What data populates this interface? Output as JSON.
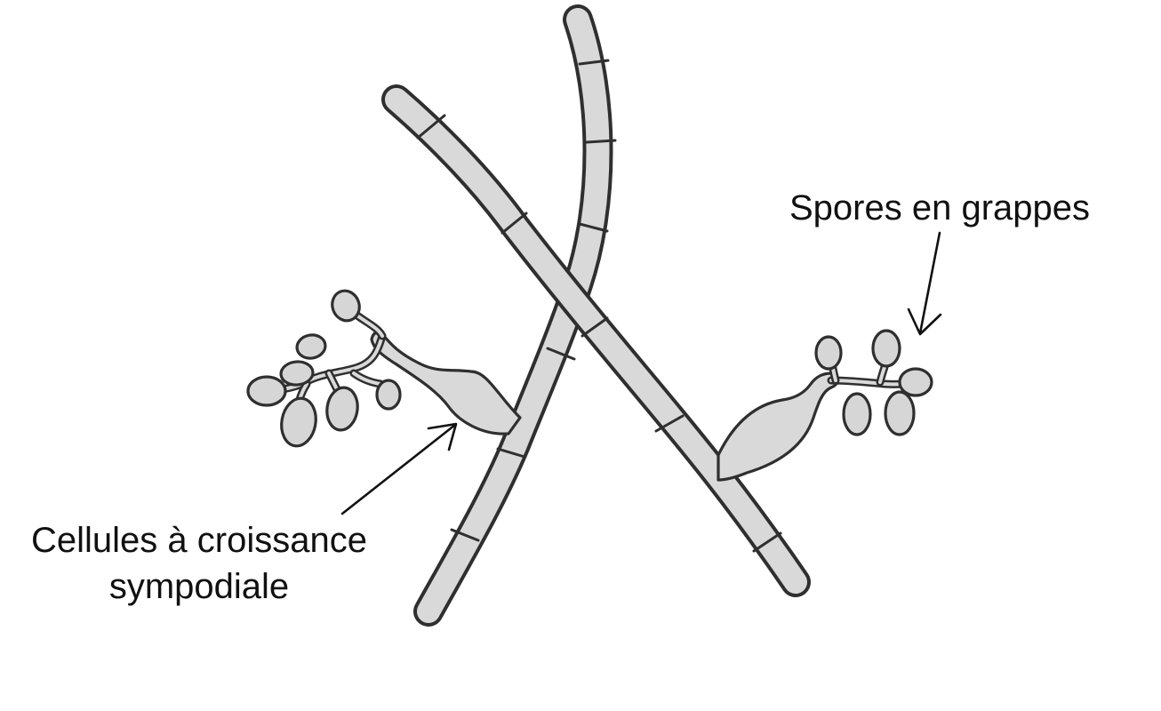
{
  "labels": {
    "spores": "Spores en grappes",
    "cells_line1": "Cellules à croissance",
    "cells_line2": "sympodiale"
  },
  "colors": {
    "outline": "#2f2f2f",
    "fill": "#d9d9d9",
    "text": "#111111",
    "background": "#ffffff"
  }
}
